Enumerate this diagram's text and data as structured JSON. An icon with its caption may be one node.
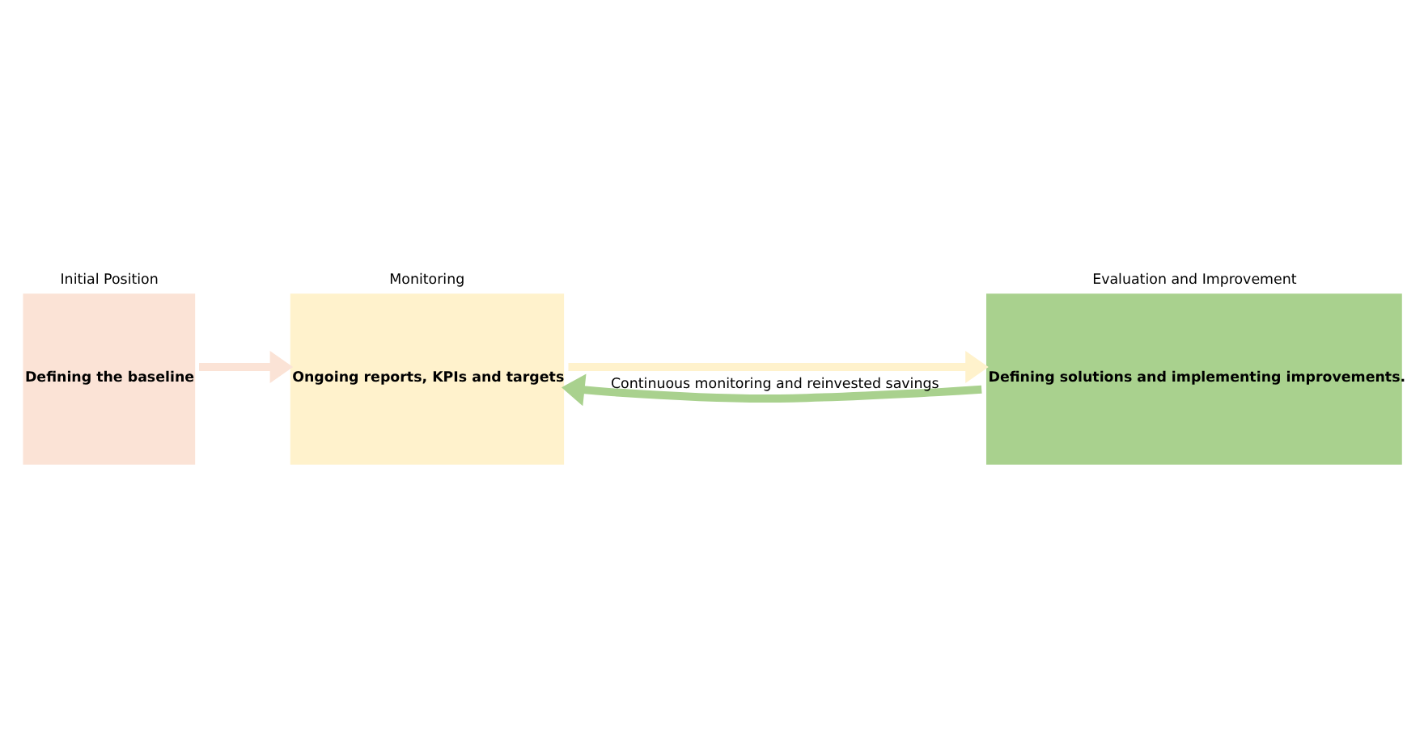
{
  "diagram": {
    "nodes": [
      {
        "text": [
          "Initial Position",
          "Defining the baseline"
        ]
      },
      {
        "text": [
          "Monitoring",
          "Ongoing reports, KPIs and targets"
        ]
      },
      {
        "text": [
          "Evaluation and Improvement",
          "Defining solutions and implementing improvements."
        ]
      }
    ],
    "edges": [
      {
        "from": 0,
        "to": 1,
        "arrow": "to",
        "color": "#fbe3d6"
      },
      {
        "from": 1,
        "to": 2,
        "arrow": "to",
        "color": "#fff2cc"
      },
      {
        "from": 2,
        "to": 1,
        "arrow": "to",
        "color": "#a9d18e",
        "label": "Continuous monitoring and reinvested savings"
      }
    ]
  }
}
